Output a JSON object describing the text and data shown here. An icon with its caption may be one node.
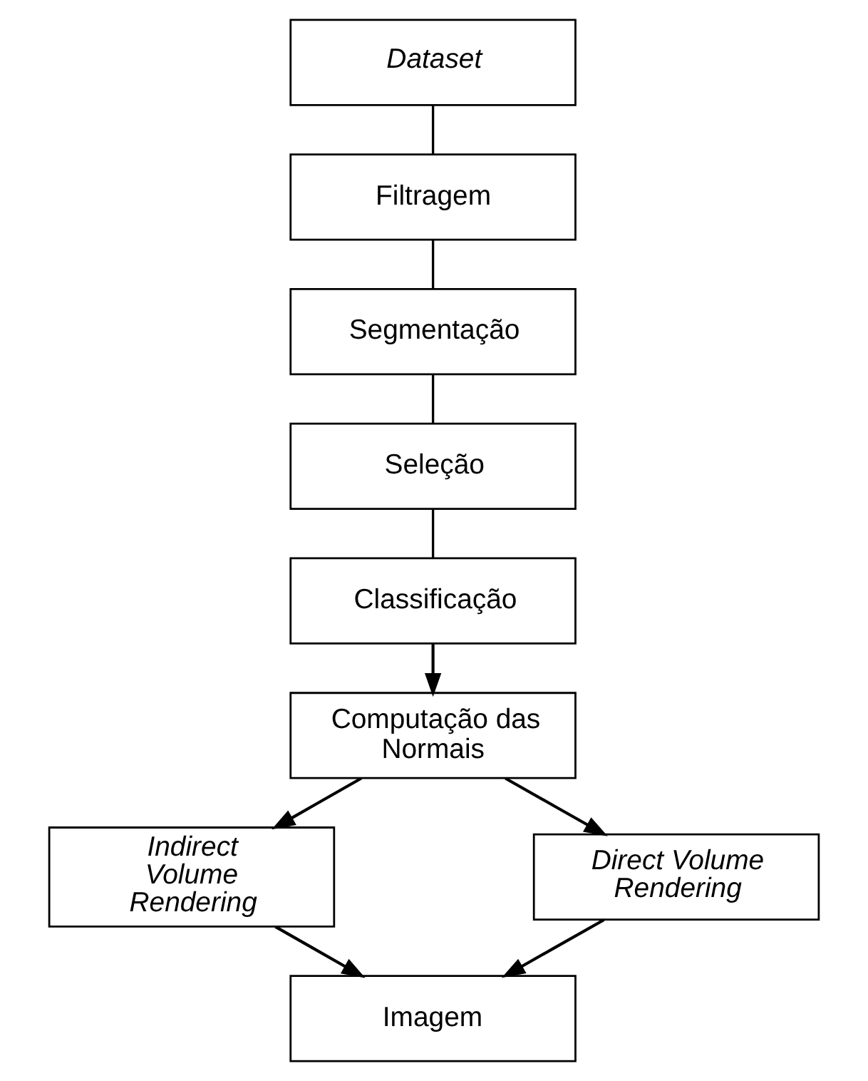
{
  "diagram": {
    "nodes": [
      {
        "text": [
          "Dataset"
        ]
      },
      {
        "text": [
          "Filtragem"
        ]
      },
      {
        "text": [
          "Segmentação"
        ]
      },
      {
        "text": [
          "Seleção"
        ]
      },
      {
        "text": [
          "Classificação"
        ]
      },
      {
        "text": [
          "Computação das Normais"
        ]
      },
      {
        "text": [
          "Indirect Volume Rendering"
        ]
      },
      {
        "text": [
          "Direct Volume Rendering"
        ]
      },
      {
        "text": [
          "Imagem"
        ]
      }
    ],
    "edges": [
      {
        "from": 0,
        "to": 1,
        "arrow": "none"
      },
      {
        "from": 1,
        "to": 2,
        "arrow": "none"
      },
      {
        "from": 2,
        "to": 3,
        "arrow": "none"
      },
      {
        "from": 3,
        "to": 4,
        "arrow": "none"
      },
      {
        "from": 4,
        "to": 5,
        "arrow": "to"
      },
      {
        "from": 5,
        "to": 6,
        "arrow": "to"
      },
      {
        "from": 5,
        "to": 7,
        "arrow": "to"
      },
      {
        "from": 6,
        "to": 8,
        "arrow": "to"
      },
      {
        "from": 7,
        "to": 8,
        "arrow": "to"
      }
    ]
  }
}
